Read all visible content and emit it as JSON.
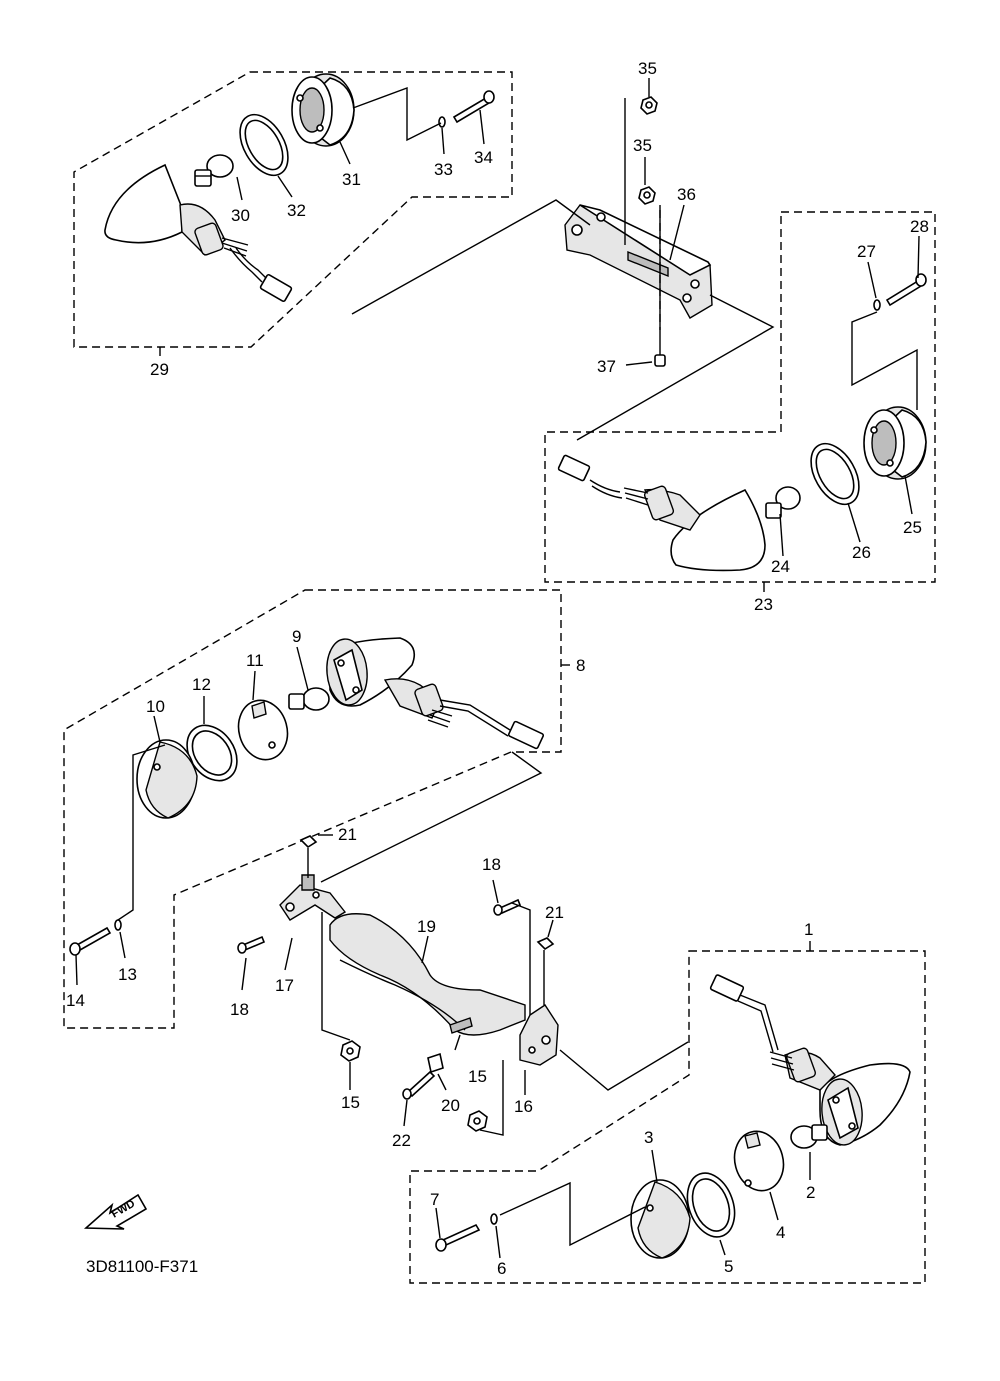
{
  "diagram_code": "3D81100-F371",
  "fwd_label": "FWD",
  "callouts": {
    "c1": "1",
    "c2": "2",
    "c3": "3",
    "c4": "4",
    "c5": "5",
    "c6": "6",
    "c7": "7",
    "c8": "8",
    "c9": "9",
    "c10": "10",
    "c11": "11",
    "c12": "12",
    "c13": "13",
    "c14": "14",
    "c15a": "15",
    "c15b": "15",
    "c16": "16",
    "c17": "17",
    "c18a": "18",
    "c18b": "18",
    "c19": "19",
    "c20": "20",
    "c21a": "21",
    "c21b": "21",
    "c22": "22",
    "c23": "23",
    "c24": "24",
    "c25": "25",
    "c26": "26",
    "c27": "27",
    "c28": "28",
    "c29": "29",
    "c30": "30",
    "c31": "31",
    "c32": "32",
    "c33": "33",
    "c34": "34",
    "c35a": "35",
    "c35b": "35",
    "c36": "36",
    "c37": "37"
  }
}
